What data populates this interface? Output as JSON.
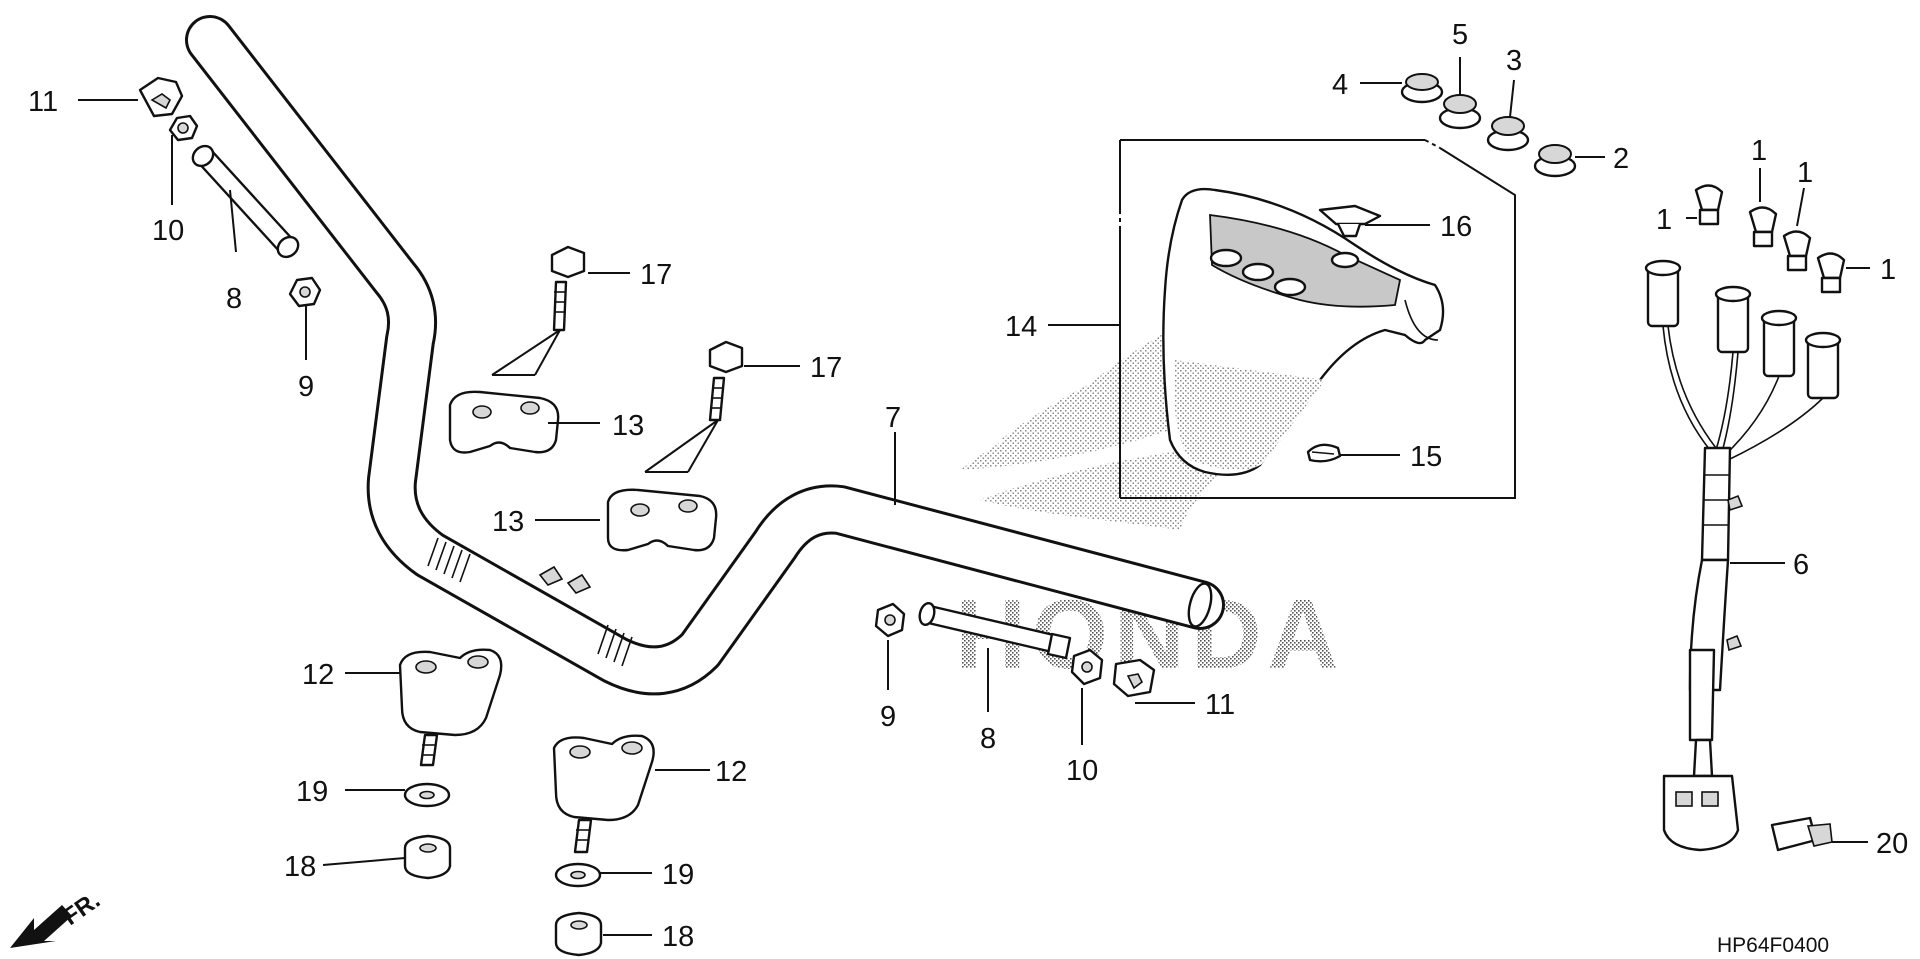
{
  "diagram": {
    "watermark_text": "HONDA",
    "diagram_code": "HP64F0400",
    "front_indicator": "FR.",
    "callouts": [
      {
        "id": "c11a",
        "text": "11"
      },
      {
        "id": "c10a",
        "text": "10"
      },
      {
        "id": "c8a",
        "text": "8"
      },
      {
        "id": "c9a",
        "text": "9"
      },
      {
        "id": "c17a",
        "text": "17"
      },
      {
        "id": "c13a",
        "text": "13"
      },
      {
        "id": "c17b",
        "text": "17"
      },
      {
        "id": "c13b",
        "text": "13"
      },
      {
        "id": "c7",
        "text": "7"
      },
      {
        "id": "c12a",
        "text": "12"
      },
      {
        "id": "c19a",
        "text": "19"
      },
      {
        "id": "c18a",
        "text": "18"
      },
      {
        "id": "c12b",
        "text": "12"
      },
      {
        "id": "c19b",
        "text": "19"
      },
      {
        "id": "c18b",
        "text": "18"
      },
      {
        "id": "c9b",
        "text": "9"
      },
      {
        "id": "c8b",
        "text": "8"
      },
      {
        "id": "c10b",
        "text": "10"
      },
      {
        "id": "c11b",
        "text": "11"
      },
      {
        "id": "c14",
        "text": "14"
      },
      {
        "id": "c15",
        "text": "15"
      },
      {
        "id": "c16",
        "text": "16"
      },
      {
        "id": "c4",
        "text": "4"
      },
      {
        "id": "c5",
        "text": "5"
      },
      {
        "id": "c3",
        "text": "3"
      },
      {
        "id": "c2",
        "text": "2"
      },
      {
        "id": "c1a",
        "text": "1"
      },
      {
        "id": "c1b",
        "text": "1"
      },
      {
        "id": "c1c",
        "text": "1"
      },
      {
        "id": "c1d",
        "text": "1"
      },
      {
        "id": "c6",
        "text": "6"
      },
      {
        "id": "c20",
        "text": "20"
      }
    ]
  }
}
